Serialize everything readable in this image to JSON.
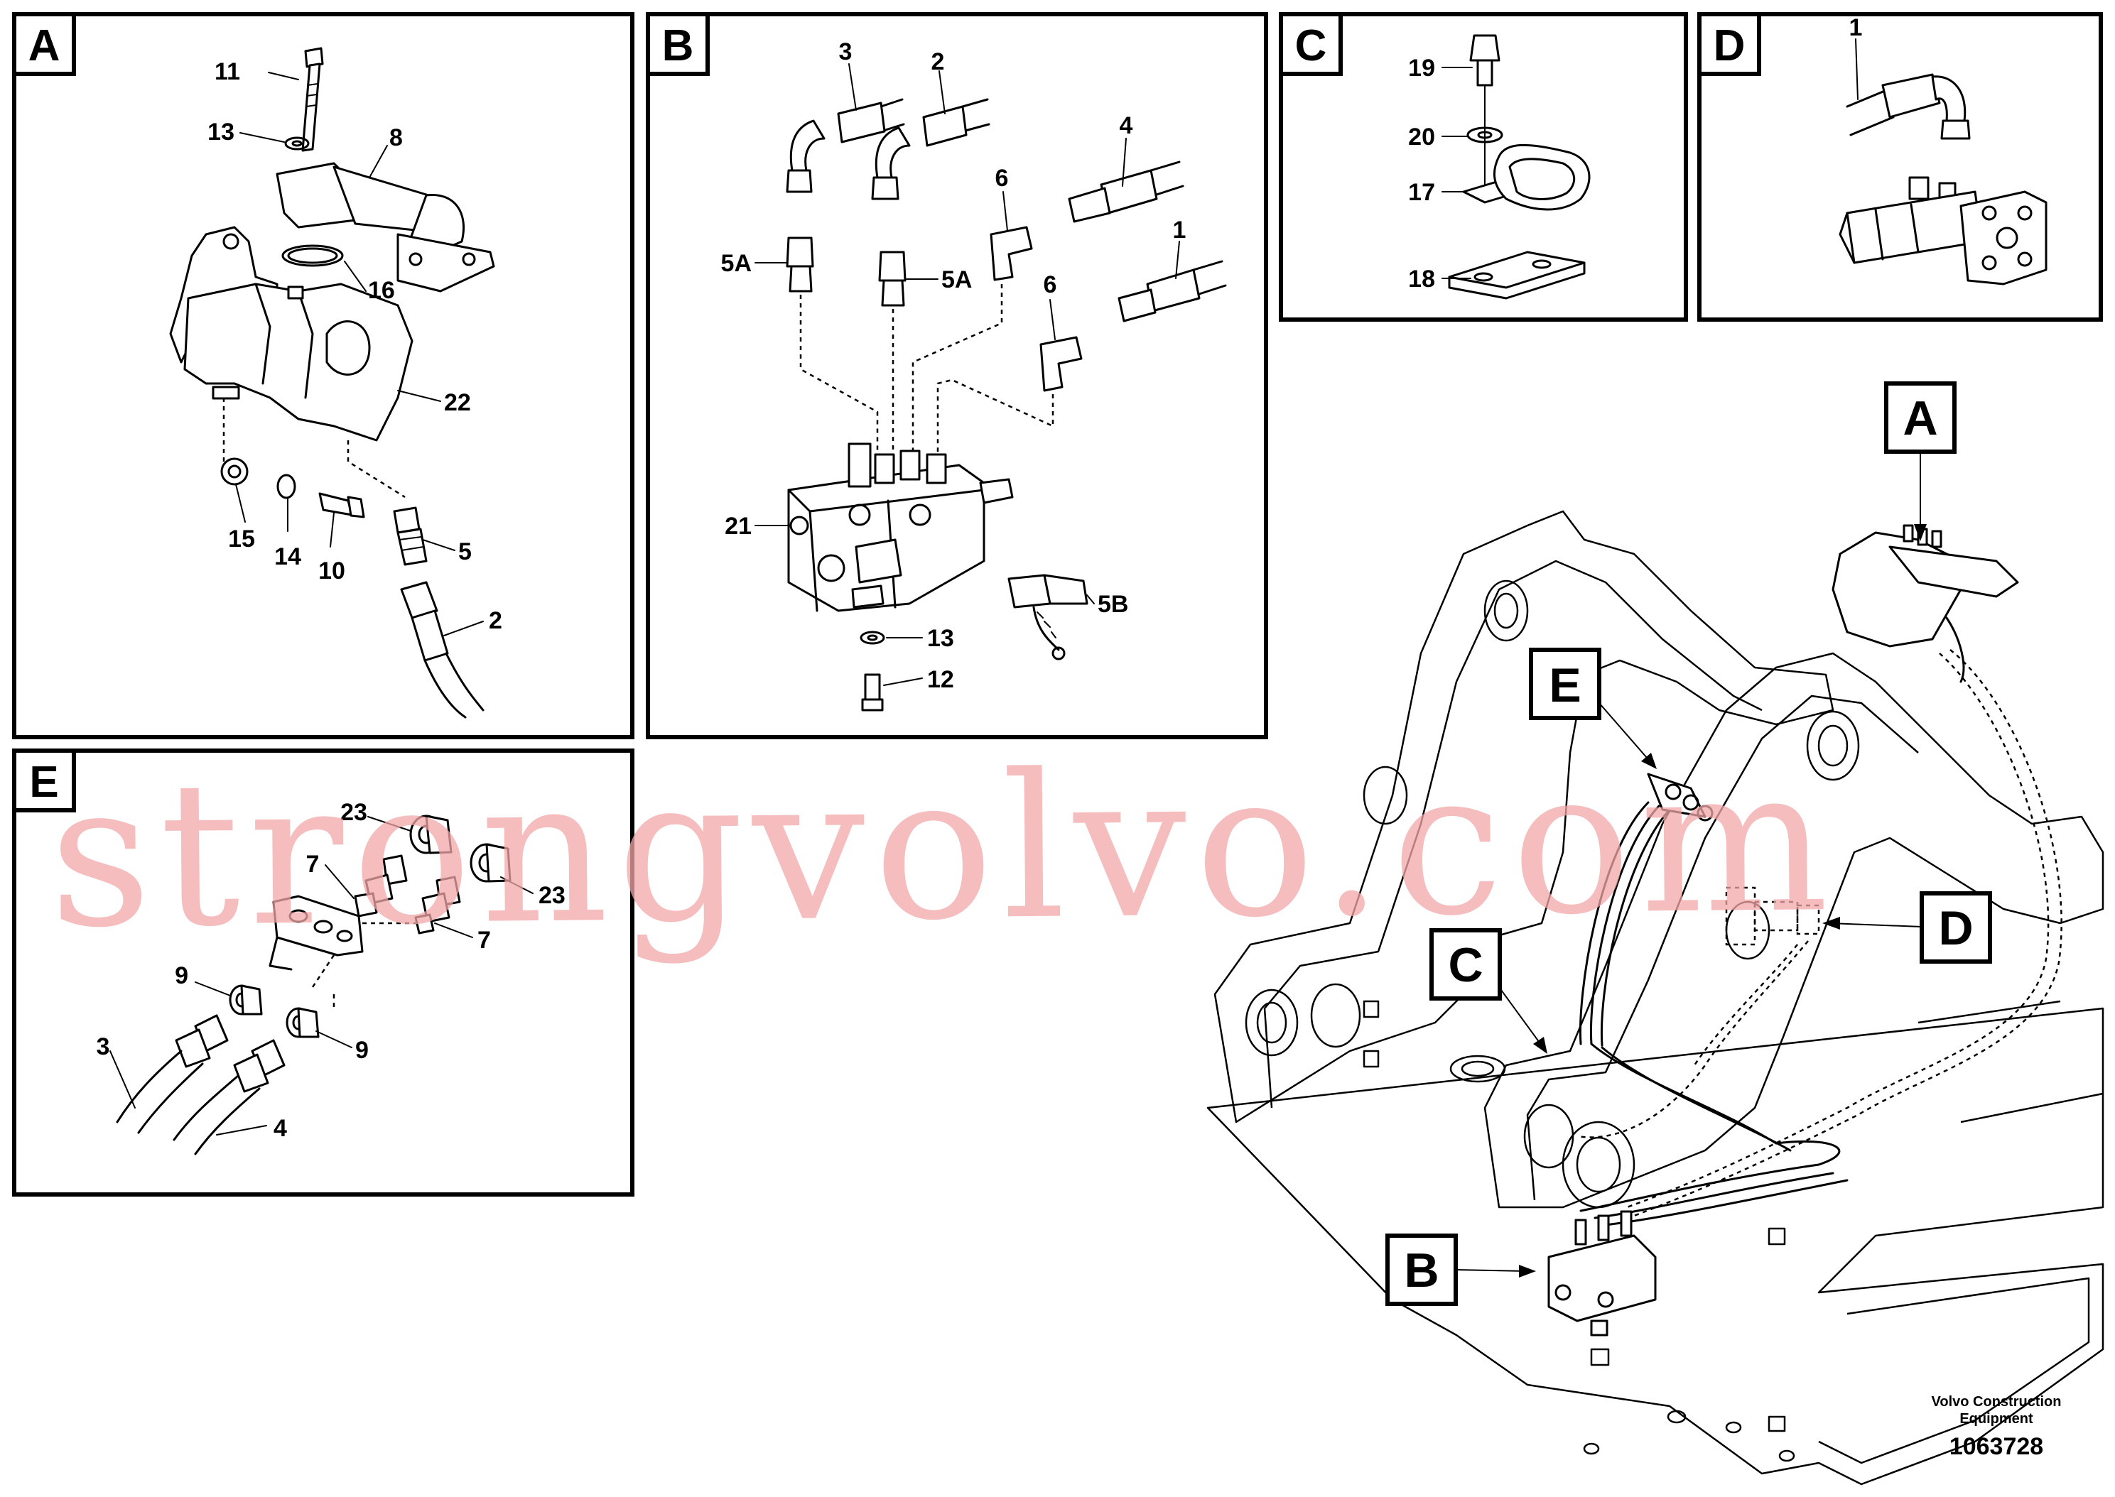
{
  "detail_panels": [
    {
      "id": "A",
      "label": "A"
    },
    {
      "id": "B",
      "label": "B"
    },
    {
      "id": "C",
      "label": "C"
    },
    {
      "id": "D",
      "label": "D"
    },
    {
      "id": "E",
      "label": "E"
    }
  ],
  "overview_labels": {
    "a": "A",
    "b": "B",
    "c": "C",
    "d": "D",
    "e": "E"
  },
  "panel_a": {
    "callouts": [
      "11",
      "13",
      "8",
      "16",
      "22",
      "15",
      "14",
      "10",
      "5",
      "2"
    ]
  },
  "panel_b": {
    "callouts": [
      "3",
      "2",
      "4",
      "6",
      "1",
      "5A",
      "5A",
      "6",
      "21",
      "5B",
      "13",
      "12"
    ]
  },
  "panel_c": {
    "callouts": [
      "19",
      "20",
      "17",
      "18"
    ]
  },
  "panel_d": {
    "callouts": [
      "1"
    ]
  },
  "panel_e": {
    "callouts": [
      "23",
      "7",
      "23",
      "7",
      "9",
      "9",
      "3",
      "4"
    ]
  },
  "footer": {
    "company_line1": "Volvo Construction",
    "company_line2": "Equipment",
    "drawing_number": "1063728"
  },
  "watermark": "strongvolvo.com"
}
